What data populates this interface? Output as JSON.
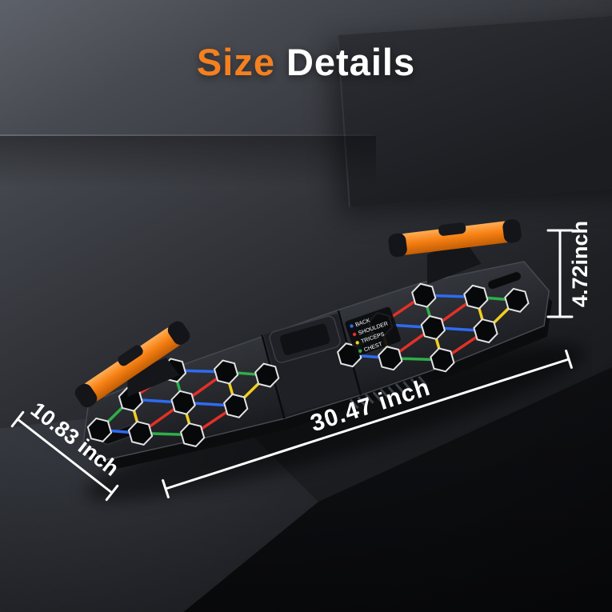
{
  "header": {
    "title_highlight": "Size",
    "title_rest": "Details"
  },
  "dimensions": {
    "height": "4.72inch",
    "length": "30.47 inch",
    "width": "10.83 inch"
  },
  "board": {
    "legend": {
      "items": [
        {
          "label": "BACK",
          "color": "#2f6bf2"
        },
        {
          "label": "SHOULDER",
          "color": "#e23127"
        },
        {
          "label": "TRICEPS",
          "color": "#f2cf1f"
        },
        {
          "label": "CHEST",
          "color": "#2fae49"
        }
      ]
    }
  },
  "colors": {
    "accent": "#f5801f",
    "text": "#ffffff",
    "handle_orange": "#f78114",
    "line_blue": "#2f6bf2",
    "line_red": "#e23127",
    "line_green": "#2fae49",
    "line_yellow": "#f2cf1f"
  }
}
